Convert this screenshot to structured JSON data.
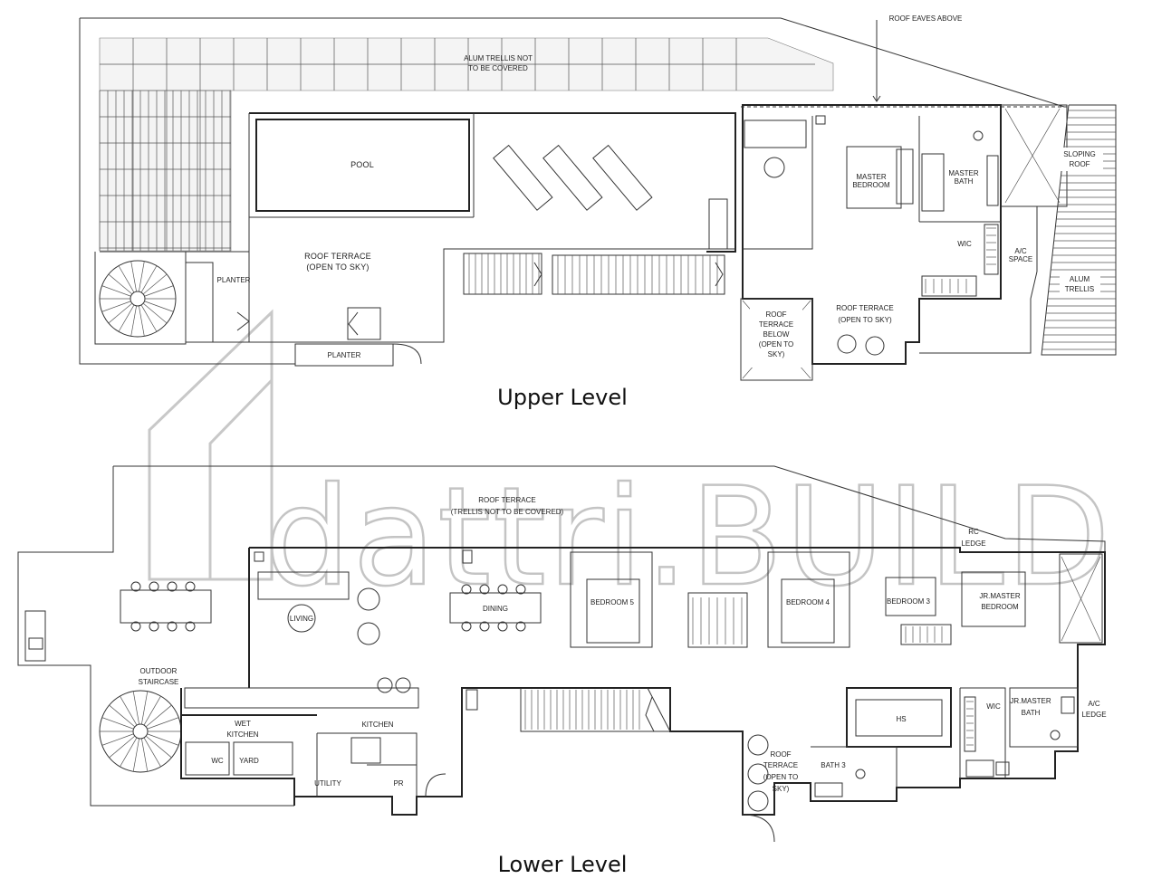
{
  "watermark": {
    "brand": "dattri.BUILD"
  },
  "upper_level": {
    "title": "Upper Level",
    "labels": {
      "roof_eaves": "ROOF EAVES ABOVE",
      "alum_trellis_1": "ALUM TRELLIS NOT",
      "alum_trellis_2": "TO BE COVERED",
      "pool": "POOL",
      "roof_terrace_1": "ROOF TERRACE",
      "roof_terrace_2": "(OPEN TO SKY)",
      "planter_a": "PLANTER",
      "planter_b": "PLANTER",
      "master_bedroom_1": "MASTER",
      "master_bedroom_2": "BEDROOM",
      "master_bath_1": "MASTER",
      "master_bath_2": "BATH",
      "wic": "WIC",
      "ac_space_1": "A/C",
      "ac_space_2": "SPACE",
      "sloping_roof_1": "SLOPING",
      "sloping_roof_2": "ROOF",
      "alum_trellis_r1": "ALUM",
      "alum_trellis_r2": "TRELLIS",
      "roof_terrace_r1": "ROOF TERRACE",
      "roof_terrace_r2": "(OPEN TO SKY)",
      "terrace_below_1": "ROOF",
      "terrace_below_2": "TERRACE",
      "terrace_below_3": "BELOW",
      "terrace_below_4": "(OPEN TO",
      "terrace_below_5": "SKY)"
    }
  },
  "lower_level": {
    "title": "Lower Level",
    "labels": {
      "roof_terrace_1": "ROOF TERRACE",
      "roof_terrace_2": "(TRELLIS NOT TO BE COVERED)",
      "rc_ledge_1": "RC",
      "rc_ledge_2": "LEDGE",
      "living": "LIVING",
      "dining": "DINING",
      "bedroom5": "BEDROOM 5",
      "bedroom4": "BEDROOM 4",
      "bedroom3": "BEDROOM 3",
      "jr_master_bedroom_1": "JR.MASTER",
      "jr_master_bedroom_2": "BEDROOM",
      "outdoor_staircase_1": "OUTDOOR",
      "outdoor_staircase_2": "STAIRCASE",
      "wet_kitchen_1": "WET",
      "wet_kitchen_2": "KITCHEN",
      "kitchen": "KITCHEN",
      "wc": "WC",
      "yard": "YARD",
      "utility": "UTILITY",
      "pr": "PR",
      "hs": "HS",
      "wic": "WIC",
      "jr_master_bath_1": "JR.MASTER",
      "jr_master_bath_2": "BATH",
      "ac_ledge_1": "A/C",
      "ac_ledge_2": "LEDGE",
      "roof_terrace_b1": "ROOF",
      "roof_terrace_b2": "TERRACE",
      "roof_terrace_b3": "(OPEN TO",
      "roof_terrace_b4": "SKY)",
      "bath3": "BATH 3"
    }
  }
}
